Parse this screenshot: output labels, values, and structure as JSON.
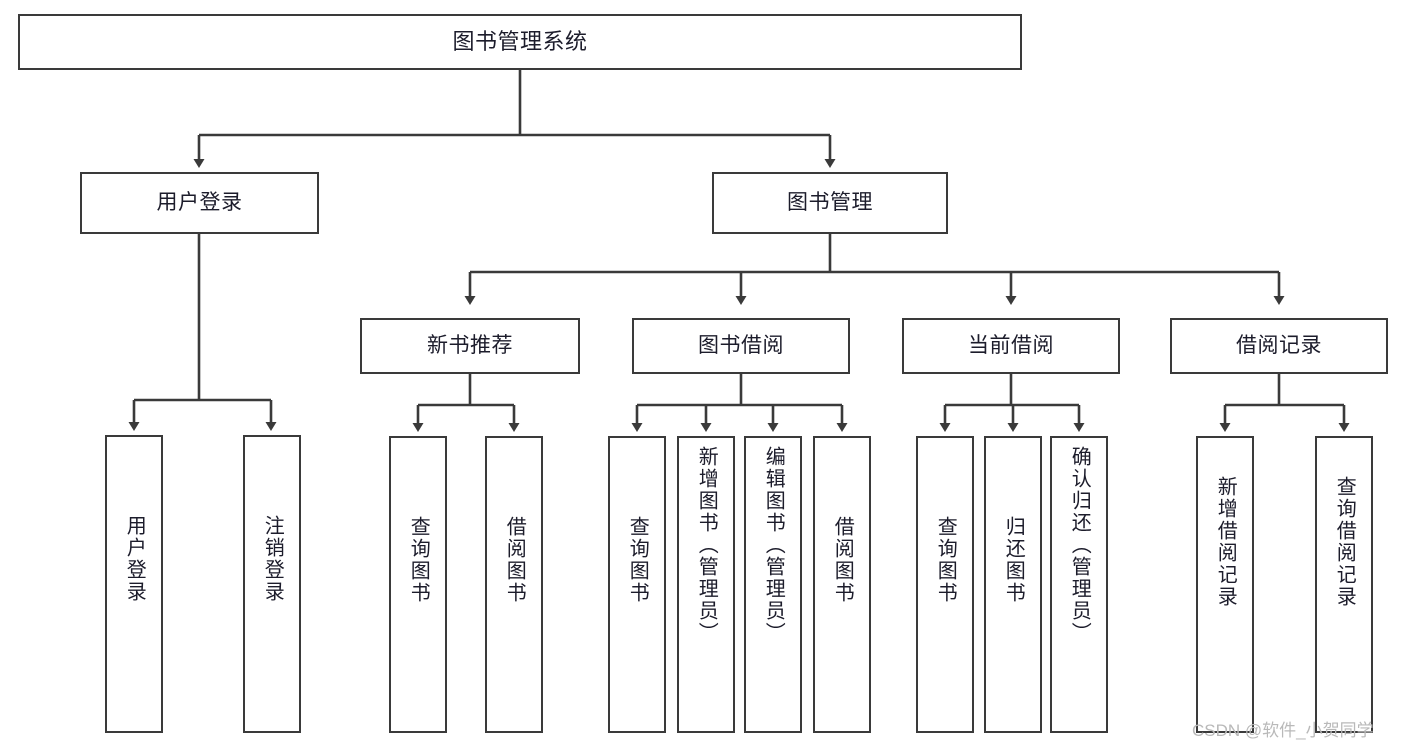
{
  "diagram": {
    "title": "图书管理系统",
    "type": "hierarchy-tree",
    "watermark": "CSDN @软件_小贺同学",
    "colors": {
      "stroke": "#3a3a3a",
      "fill": "#ffffff",
      "text": "#1c1c2b",
      "watermark": "#b9b9b9"
    },
    "levels": {
      "level1": [
        {
          "id": "root",
          "label": "图书管理系统"
        }
      ],
      "level2": [
        {
          "id": "user-login",
          "label": "用户登录"
        },
        {
          "id": "book-manage",
          "label": "图书管理"
        }
      ],
      "level3": [
        {
          "id": "new-book-rec",
          "label": "新书推荐"
        },
        {
          "id": "book-borrow",
          "label": "图书借阅"
        },
        {
          "id": "current-borrow",
          "label": "当前借阅"
        },
        {
          "id": "borrow-record",
          "label": "借阅记录"
        }
      ],
      "leaves": [
        {
          "id": "leaf-user-login",
          "label": "用户登录",
          "parent": "user-login"
        },
        {
          "id": "leaf-logout",
          "label": "注销登录",
          "parent": "user-login"
        },
        {
          "id": "leaf-query-book-1",
          "label": "查询图书",
          "parent": "new-book-rec"
        },
        {
          "id": "leaf-borrow-book-1",
          "label": "借阅图书",
          "parent": "new-book-rec"
        },
        {
          "id": "leaf-query-book-2",
          "label": "查询图书",
          "parent": "book-borrow"
        },
        {
          "id": "leaf-add-book",
          "label": "新增图书（管理员）",
          "parent": "book-borrow"
        },
        {
          "id": "leaf-edit-book",
          "label": "编辑图书（管理员）",
          "parent": "book-borrow"
        },
        {
          "id": "leaf-borrow-book-2",
          "label": "借阅图书",
          "parent": "book-borrow"
        },
        {
          "id": "leaf-query-book-3",
          "label": "查询图书",
          "parent": "current-borrow"
        },
        {
          "id": "leaf-return-book",
          "label": "归还图书",
          "parent": "current-borrow"
        },
        {
          "id": "leaf-confirm-return",
          "label": "确认归还（管理员）",
          "parent": "current-borrow"
        },
        {
          "id": "leaf-add-record",
          "label": "新增借阅记录",
          "parent": "borrow-record"
        },
        {
          "id": "leaf-query-record",
          "label": "查询借阅记录",
          "parent": "borrow-record"
        }
      ]
    }
  }
}
